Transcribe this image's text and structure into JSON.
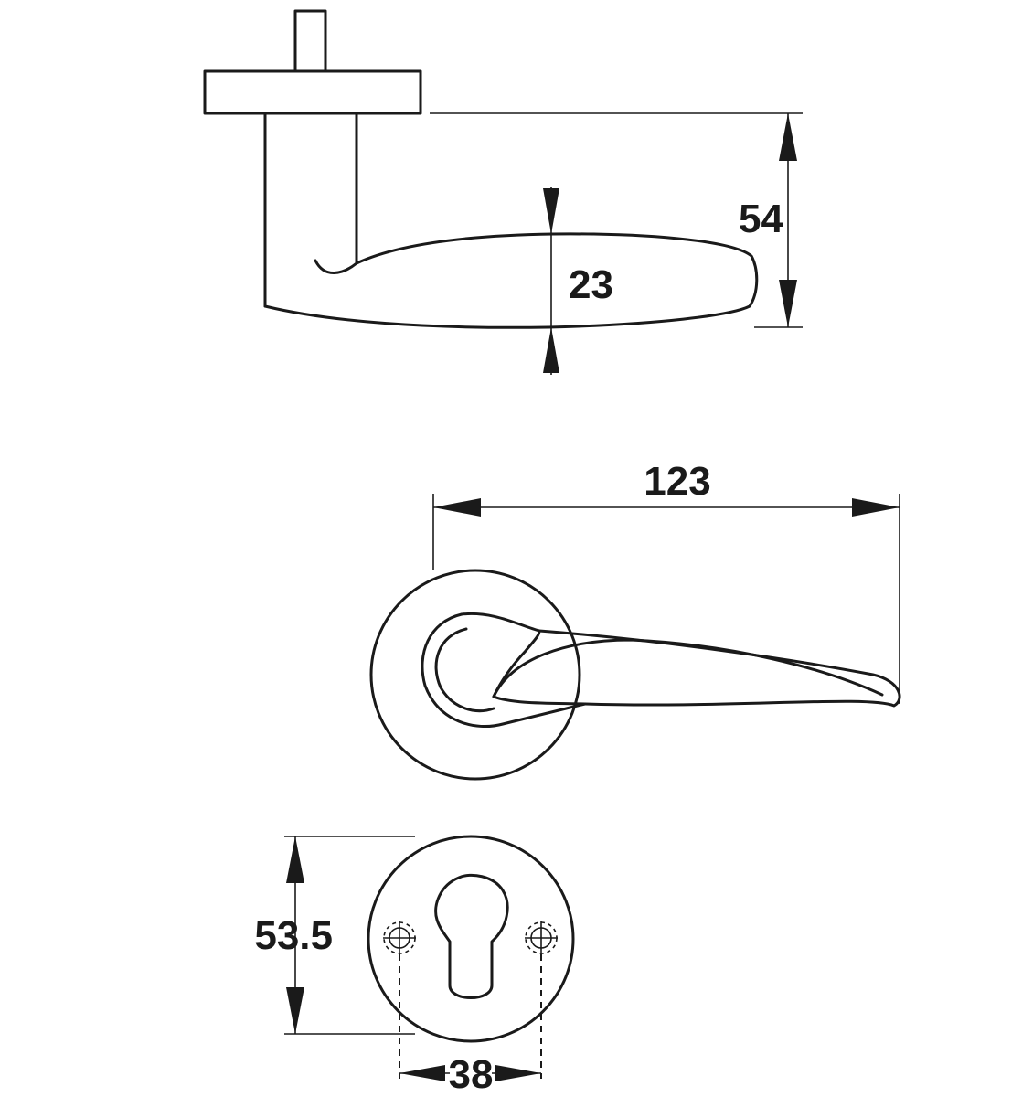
{
  "dimensions": {
    "side_height": "54",
    "lever_thickness": "23",
    "lever_length": "123",
    "escutcheon_height": "53.5",
    "fixing_centres": "38"
  }
}
